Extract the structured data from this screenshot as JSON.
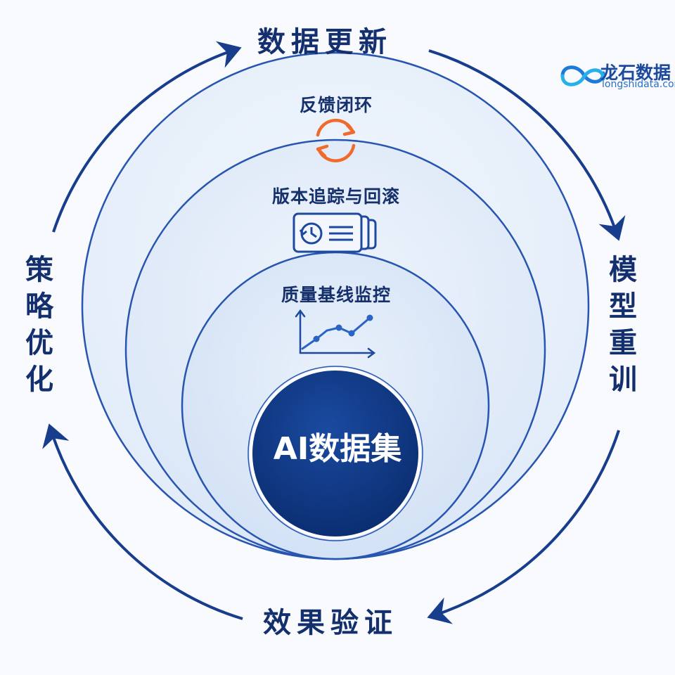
{
  "cycle": {
    "top": "数据更新",
    "right": "模型重训",
    "bottom": "效果验证",
    "left": "策略优化"
  },
  "rings": [
    {
      "label": "反馈闭环",
      "icon": "refresh-arrows-icon"
    },
    {
      "label": "版本追踪与回滚",
      "icon": "version-history-icon"
    },
    {
      "label": "质量基线监控",
      "icon": "line-chart-icon"
    }
  ],
  "core": {
    "label": "AI数据集"
  },
  "logo": {
    "name": "龙石数据",
    "url": "longshidata.com"
  },
  "colors": {
    "navy": "#0d3580",
    "ring_stroke": "#2755b0",
    "arrow": "#173d8c",
    "accent_orange": "#ef6a2b",
    "logo_blue": "#1d4a9e"
  }
}
